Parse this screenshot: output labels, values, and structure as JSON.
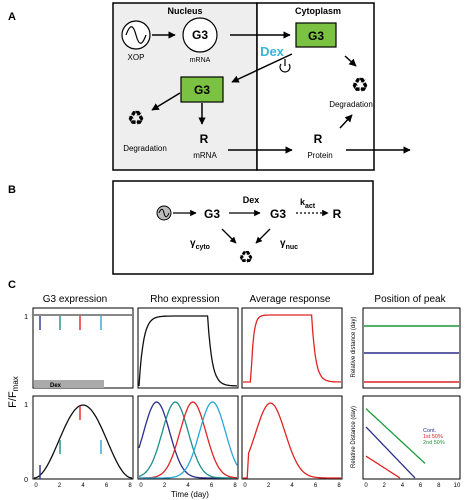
{
  "panel_a": {
    "letter": "A",
    "nucleus_title": "Nucleus",
    "cytoplasm_title": "Cytoplasm",
    "xop_label": "XOP",
    "g3_label": "G3",
    "mrna_small": "mRNA",
    "dex_label": "Dex",
    "degradation_label": "Degradation",
    "r_label": "R",
    "mrna_label": "mRNA",
    "protein_label": "Protein"
  },
  "panel_b": {
    "letter": "B",
    "dex_label": "Dex",
    "g3_label": "G3",
    "k_symbol": "k",
    "k_sub": "act",
    "r_label": "R",
    "gamma_cyto": "γ",
    "gamma_cyto_sub": "cyto",
    "gamma_nuc": "γ",
    "gamma_nuc_sub": "nuc"
  },
  "panel_c": {
    "letter": "C",
    "titles": [
      "G3 expression",
      "Rho expression",
      "Average response",
      "Position of peak"
    ],
    "ylabel_main": "F/F",
    "ylabel_sub": "max",
    "xlabel": "Time (day)",
    "dex_bar_label": "Dex",
    "ytick_one": "1",
    "ytick_zero": "0",
    "x_ticks": [
      "0",
      "2",
      "4",
      "6",
      "8"
    ],
    "peak_x_ticks": [
      "0",
      "2",
      "4",
      "6",
      "8",
      "10"
    ],
    "peak_y_top": "Relative distance (day)",
    "peak_y_bottom": "Relative Distance (day)",
    "legend": [
      "Cont.",
      "1st 50%",
      "2nd 50%"
    ],
    "colors": {
      "dark_blue": "#2b2f8c",
      "teal": "#1f8f8a",
      "red": "#e02424",
      "light_blue": "#2aa7d8",
      "green": "#1a9a3a",
      "black": "#111111",
      "dex_bar": "#aaaaaa",
      "nucleus_fill": "#eeeeee",
      "g3_box": "#7cc242",
      "dex_text": "#3ab6d9"
    }
  }
}
